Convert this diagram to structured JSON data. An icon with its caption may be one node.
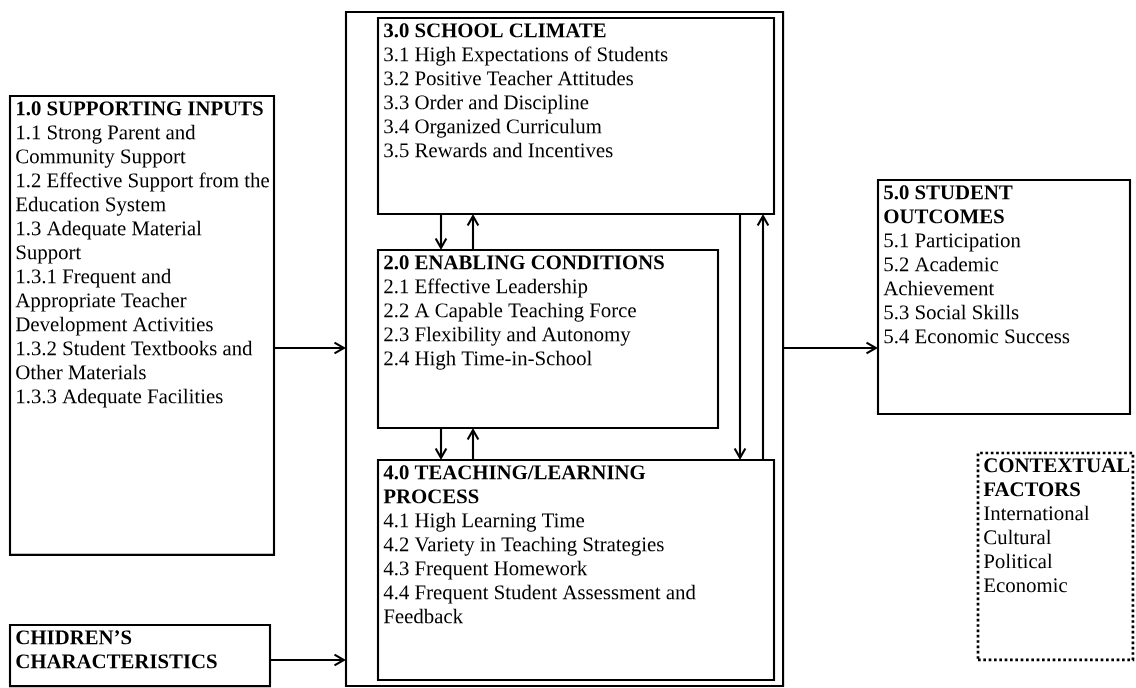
{
  "diagram": {
    "nodes": [
      {
        "text": [
          "1.0 SUPPORTING INPUTS",
          "1.1 Strong Parent and Community Support",
          "1.2 Effective Support from the Education System",
          "1.3 Adequate Material Support",
          "1.3.1 Frequent and Appropriate Teacher Development Activities",
          "1.3.2 Student Textbooks and Other Materials",
          "1.3.3 Adequate Facilities"
        ]
      },
      {
        "text": [],
        "shape": "box"
      },
      {
        "text": [
          "3.0 SCHOOL CLIMATE",
          "3.1 High Expectations of Students",
          "3.2 Positive Teacher Attitudes",
          "3.3 Order and Discipline",
          "3.4 Organized Curriculum",
          "3.5 Rewards and Incentives"
        ],
        "in": 1
      },
      {
        "text": [
          "2.0 ENABLING CONDITIONS",
          "2.1 Effective Leadership",
          "2.2 A Capable Teaching Force",
          "2.3 Flexibility and Autonomy",
          "2.4 High Time-in-School"
        ],
        "in": 1
      },
      {
        "text": [
          "4.0 TEACHING/LEARNING PROCESS",
          "4.1 High Learning Time",
          "4.2 Variety in Teaching Strategies",
          "4.3 Frequent Homework",
          "4.4 Frequent Student Assessment and Feedback"
        ],
        "in": 1
      },
      {
        "text": [
          "5.0 STUDENT OUTCOMES",
          "5.1 Participation",
          "5.2 Academic Achievement",
          "5.3 Social Skills",
          "5.4 Economic Success"
        ]
      },
      {
        "text": [
          "CHIDREN’S CHARACTERISTICS"
        ]
      },
      {
        "text": [
          "CONTEXTUAL FACTORS",
          "International",
          "Cultural",
          "Political",
          "Economic"
        ]
      }
    ],
    "edges": [
      {
        "from": 0,
        "to": 1,
        "arrow": "to"
      },
      {
        "from": 6,
        "to": 1,
        "arrow": "to"
      },
      {
        "from": 1,
        "to": 5,
        "arrow": "to"
      },
      {
        "from": 2,
        "to": 3,
        "arrow": "to"
      },
      {
        "from": 3,
        "to": 2,
        "arrow": "to"
      },
      {
        "from": 3,
        "to": 4,
        "arrow": "to"
      },
      {
        "from": 4,
        "to": 3,
        "arrow": "to"
      },
      {
        "from": 2,
        "to": 4,
        "arrow": "to"
      },
      {
        "from": 4,
        "to": 2,
        "arrow": "to"
      }
    ]
  }
}
